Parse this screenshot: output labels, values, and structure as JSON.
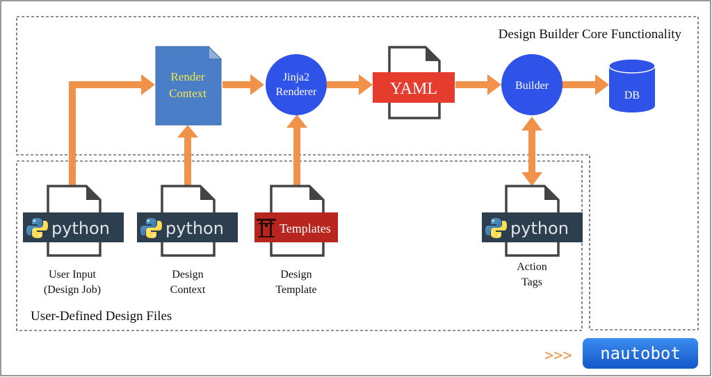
{
  "regions": {
    "core_label": "Design Builder Core Functionality",
    "user_label": "User-Defined Design Files"
  },
  "nodes": {
    "render_context": {
      "line1": "Render",
      "line2": "Context"
    },
    "jinja_renderer": {
      "line1": "Jinja2",
      "line2": "Renderer"
    },
    "yaml": {
      "label": "YAML"
    },
    "builder": {
      "label": "Builder"
    },
    "db": {
      "label": "DB"
    }
  },
  "inputs": {
    "user_input": {
      "badge": "python",
      "caption1": "User Input",
      "caption2": "(Design Job)"
    },
    "design_context": {
      "badge": "python",
      "caption1": "Design",
      "caption2": "Context"
    },
    "design_template": {
      "badge": "Templates",
      "caption1": "Design",
      "caption2": "Template"
    },
    "action_tags": {
      "badge": "python",
      "caption1": "Action",
      "caption2": "Tags"
    }
  },
  "brand": {
    "chevrons": ">>>",
    "logo": "nautobot"
  },
  "colors": {
    "arrow": "#f0924a",
    "node_blue": "#2f53e8",
    "render_box": "#4a7ec6",
    "render_text": "#f6e84a",
    "yaml_red": "#e53c2e",
    "python_bg": "#2d3e4f",
    "templates_red": "#b8251f",
    "nautobot_blue": "#1a6fe0"
  }
}
